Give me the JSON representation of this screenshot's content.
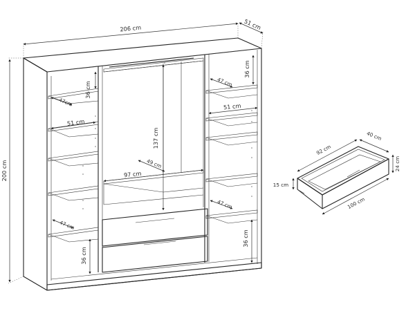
{
  "wardrobe": {
    "width_label": "206 cm",
    "depth_label": "51 cm",
    "height_label": "200 cm",
    "left_top_shelf_height": "36 cm",
    "left_shelf_depth": "47cm",
    "left_shelf_width": "51 cm",
    "right_top_shelf_height": "36 cm",
    "right_shelf_depth": "47 cm",
    "right_shelf_width": "51 cm",
    "hanging_height": "137 cm",
    "hanging_depth": "49 cm",
    "hanging_width": "97 cm",
    "lower_left_shelf_depth": "47 cm",
    "lower_left_shelf_height": "36 cm",
    "lower_right_shelf_depth": "47 cm",
    "lower_right_shelf_height": "36 cm"
  },
  "drawer": {
    "inner_length_label": "92 cm",
    "depth_label": "40 cm",
    "height_label": "24 cm",
    "front_height_label": "15 cm",
    "outer_length_label": "100 cm"
  }
}
